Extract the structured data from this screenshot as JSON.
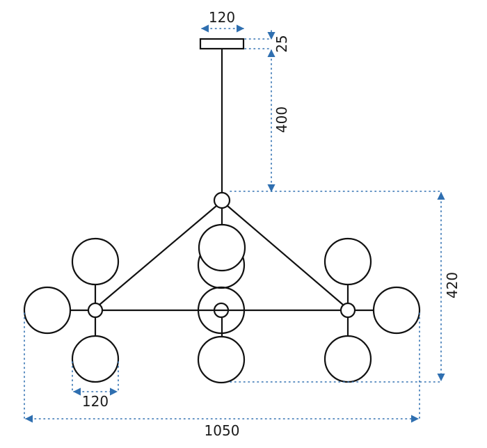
{
  "dimensions": {
    "canopy_width": "120",
    "canopy_height": "25",
    "rod_length": "400",
    "body_height": "420",
    "globe_diameter": "120",
    "total_width": "1050"
  },
  "colors": {
    "line": "#111111",
    "dimension": "#2f6fb0",
    "background": "#ffffff"
  }
}
